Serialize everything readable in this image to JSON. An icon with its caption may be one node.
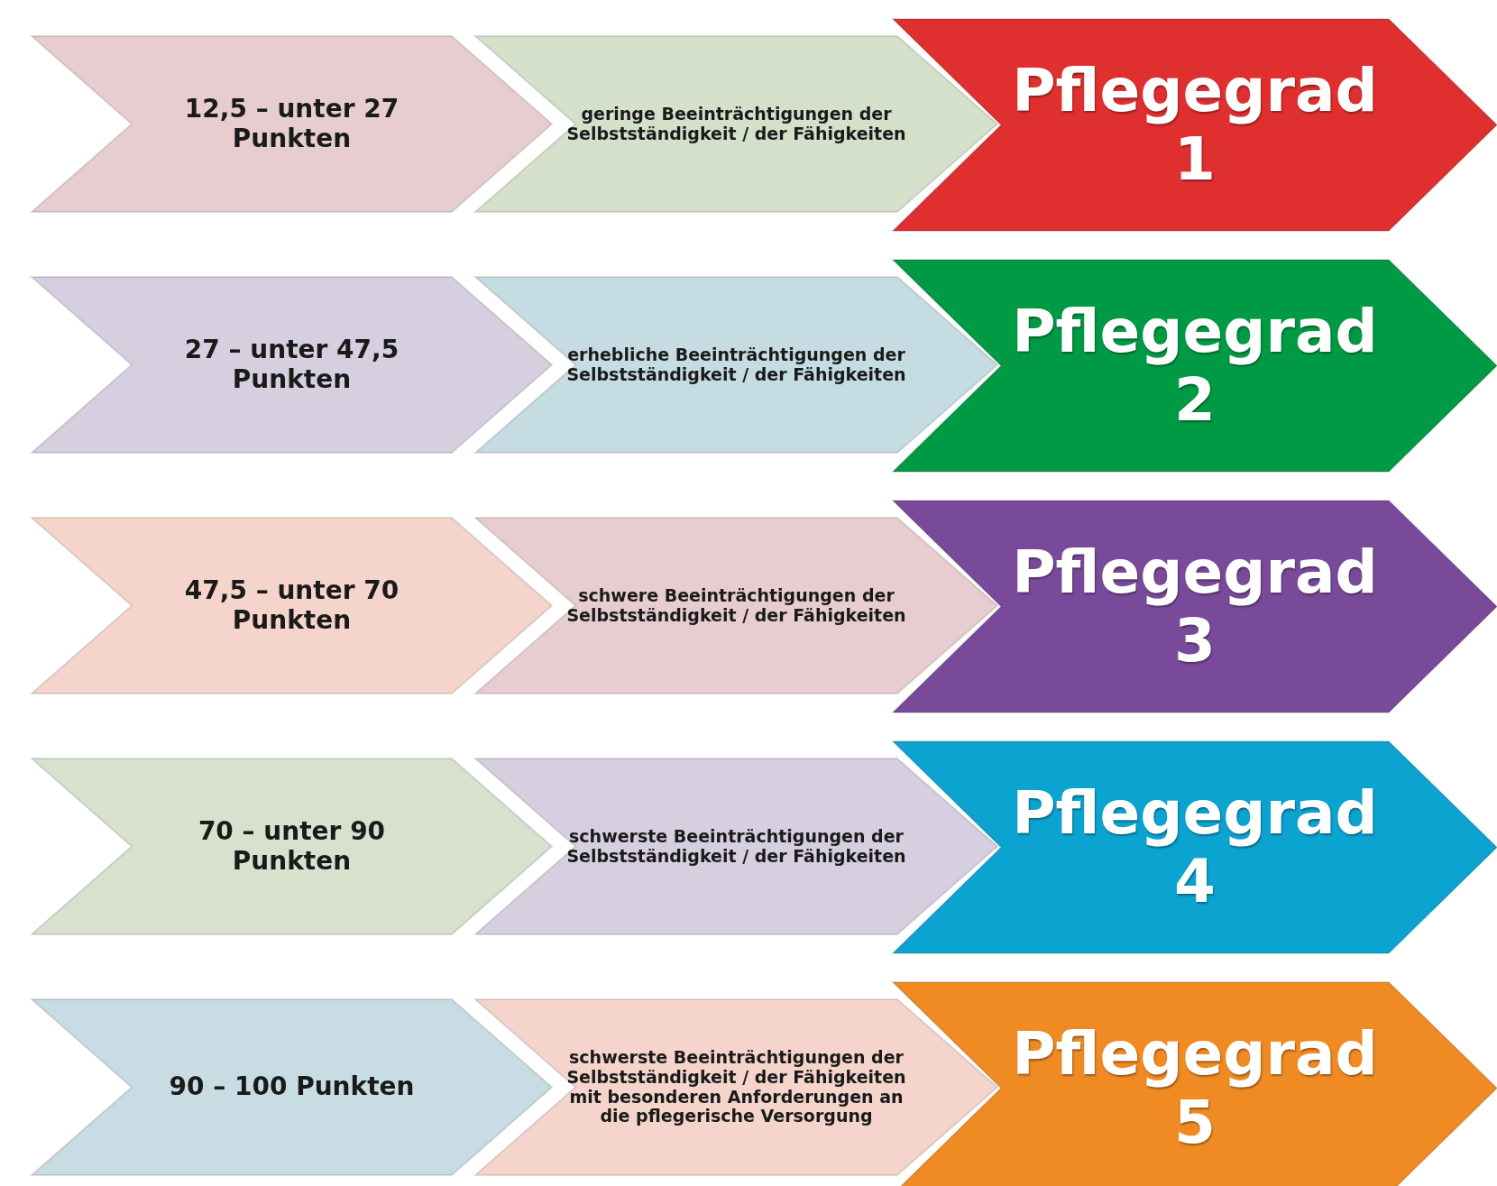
{
  "diagram": {
    "nodes": [
      {
        "text": [
          "12,5 – unter 27 Punkten"
        ]
      },
      {
        "text": [
          "geringe Beeinträchtigungen der Selbstständigkeit / der Fähigkeiten"
        ]
      },
      {
        "text": [
          "Pflegegrad 1"
        ]
      },
      {
        "text": [
          "27 – unter 47,5 Punkten"
        ]
      },
      {
        "text": [
          "erhebliche Beeinträchtigungen der Selbstständigkeit / der Fähigkeiten"
        ]
      },
      {
        "text": [
          "Pflegegrad 2"
        ]
      },
      {
        "text": [
          "47,5 – unter 70 Punkten"
        ]
      },
      {
        "text": [
          "schwere Beeinträchtigungen der Selbstständigkeit / der Fähigkeiten"
        ]
      },
      {
        "text": [
          "Pflegegrad 3"
        ]
      },
      {
        "text": [
          "70 – unter 90 Punkten"
        ]
      },
      {
        "text": [
          "schwerste Beeinträchtigungen der Selbstständigkeit / der Fähigkeiten"
        ]
      },
      {
        "text": [
          "Pflegegrad 4"
        ]
      },
      {
        "text": [
          "90 – 100 Punkten"
        ]
      },
      {
        "text": [
          "schwerste Beeinträchtigungen der Selbstständigkeit / der Fähigkeiten mit besonderen Anforderungen an die pflegerische Versorgung"
        ]
      },
      {
        "text": [
          "Pflegegrad 5"
        ]
      }
    ]
  }
}
